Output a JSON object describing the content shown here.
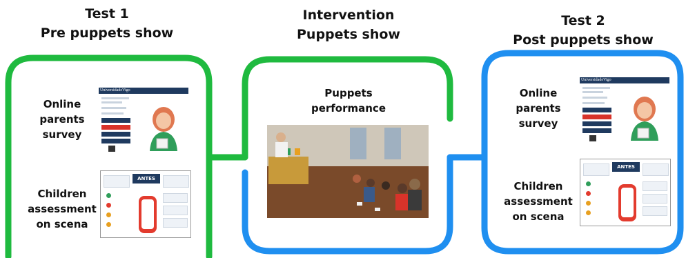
{
  "stages": [
    {
      "title_line1": "Test 1",
      "title_line2": "Pre puppets show",
      "frame_color": "#1fba3f",
      "item1_label": "Online parents survey",
      "item2_label": "Children assessment on scena"
    },
    {
      "title_line1": "Intervention",
      "title_line2": "Puppets show",
      "frame_color": "#1fba3f",
      "item1_label": "Puppets performance"
    },
    {
      "title_line1": "Test 2",
      "title_line2": "Post puppets show",
      "frame_color": "#1f8ff0",
      "item1_label": "Online parents survey",
      "item2_label": "Children assessment on scena"
    }
  ],
  "thumbnails": {
    "survey_brand": "UniversidadeVigo",
    "assessment_tag": "ANTES"
  }
}
